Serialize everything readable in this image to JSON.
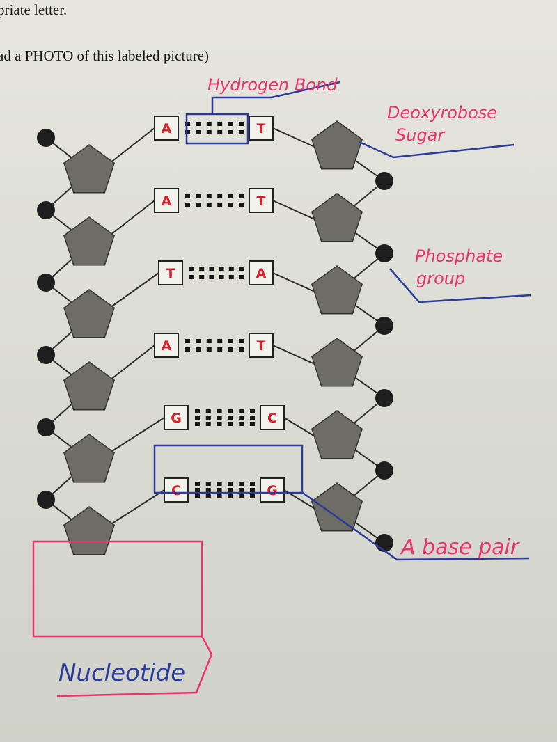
{
  "printed_text": {
    "line1": "priate letter.",
    "line2": "ad a PHOTO of this labeled picture)"
  },
  "base_pairs": [
    {
      "left": "A",
      "right": "T",
      "bonds": 2
    },
    {
      "left": "A",
      "right": "T",
      "bonds": 2
    },
    {
      "left": "T",
      "right": "A",
      "bonds": 2
    },
    {
      "left": "A",
      "right": "T",
      "bonds": 2
    },
    {
      "left": "G",
      "right": "C",
      "bonds": 3
    },
    {
      "left": "C",
      "right": "G",
      "bonds": 3
    }
  ],
  "labels": {
    "hydrogen_bond": "Hydrogen Bond",
    "deoxyribose_line1": "Deoxyrobose",
    "deoxyribose_line2": "Sugar",
    "phosphate_line1": "Phosphate",
    "phosphate_line2": "group",
    "base_pair": "A base pair",
    "nucleotide": "Nucleotide"
  },
  "colors": {
    "pink_ink": "#e8336d",
    "blue_ink": "#2c3a9a",
    "base_letter": "#d8202a",
    "sugar_fill": "#6d6d66",
    "phosphate_fill": "#1e1e1e",
    "strand_line": "#2a2a2a"
  }
}
